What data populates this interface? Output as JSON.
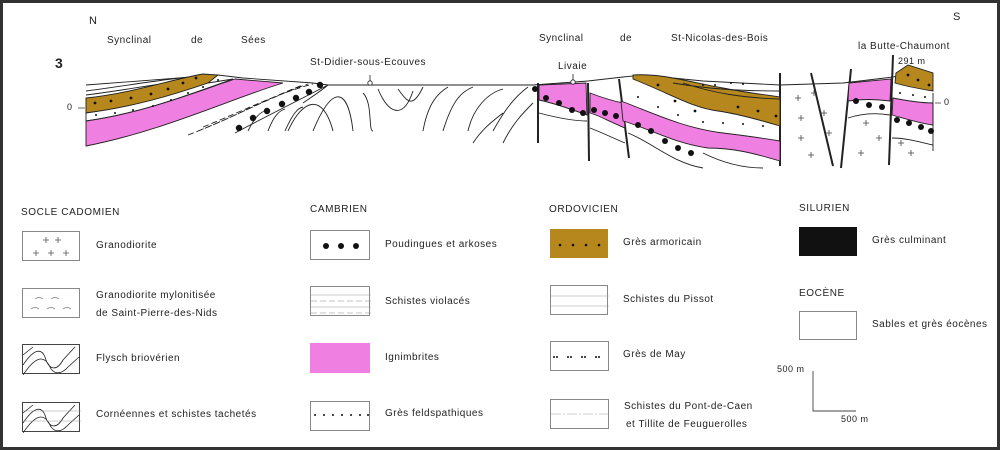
{
  "section": {
    "number": "3",
    "north": "N",
    "south": "S",
    "labels": {
      "syn1_a": "Synclinal",
      "syn1_b": "de",
      "syn1_c": "Sées",
      "st_didier": "St-Didier-sous-Ecouves",
      "syn2_a": "Synclinal",
      "syn2_b": "de",
      "syn2_c": "St-Nicolas-des-Bois",
      "livaie": "Livaie",
      "butte": "la Butte-Chaumont",
      "altitude": "291 m",
      "zero_left": "0",
      "zero_right": "0"
    }
  },
  "colors": {
    "ignimbrite": "#ef7fe0",
    "gres_armoricain": "#b5871c",
    "gres_culminant": "#111111"
  },
  "legend": {
    "socle": {
      "title": "SOCLE CADOMIEN",
      "items": [
        {
          "label": "Granodiorite",
          "pattern": "crosses"
        },
        {
          "label": "Granodiorite mylonitisée",
          "label2": "de Saint-Pierre-des-Nids",
          "pattern": "waves"
        },
        {
          "label": "Flysch briovérien",
          "pattern": "folds"
        },
        {
          "label": "Cornéennes et schistes tachetés",
          "pattern": "folds-lines"
        }
      ]
    },
    "cambrien": {
      "title": "CAMBRIEN",
      "items": [
        {
          "label": "Poudingues et arkoses",
          "pattern": "big-dots"
        },
        {
          "label": "Schistes violacés",
          "pattern": "dashed-lines"
        },
        {
          "label": "Ignimbrites",
          "pattern": "pink"
        },
        {
          "label": "Grès feldspathiques",
          "pattern": "small-dots"
        }
      ]
    },
    "ordovicien": {
      "title": "ORDOVICIEN",
      "items": [
        {
          "label": "Grès armoricain",
          "pattern": "brown-dots"
        },
        {
          "label": "Schistes du Pissot",
          "pattern": "lines"
        },
        {
          "label": "Grès de May",
          "pattern": "paired-dots"
        },
        {
          "label": "Schistes du Pont-de-Caen",
          "label2": "et Tillite de Feuguerolles",
          "pattern": "dash-dot-line"
        }
      ]
    },
    "silurien": {
      "title": "SILURIEN",
      "items": [
        {
          "label": "Grès culminant",
          "pattern": "black"
        }
      ]
    },
    "eocene": {
      "title": "EOCÈNE",
      "items": [
        {
          "label": "Sables et grès éocènes",
          "pattern": "blank"
        }
      ]
    }
  },
  "scale": {
    "vertical": "500 m",
    "horizontal": "500 m"
  }
}
